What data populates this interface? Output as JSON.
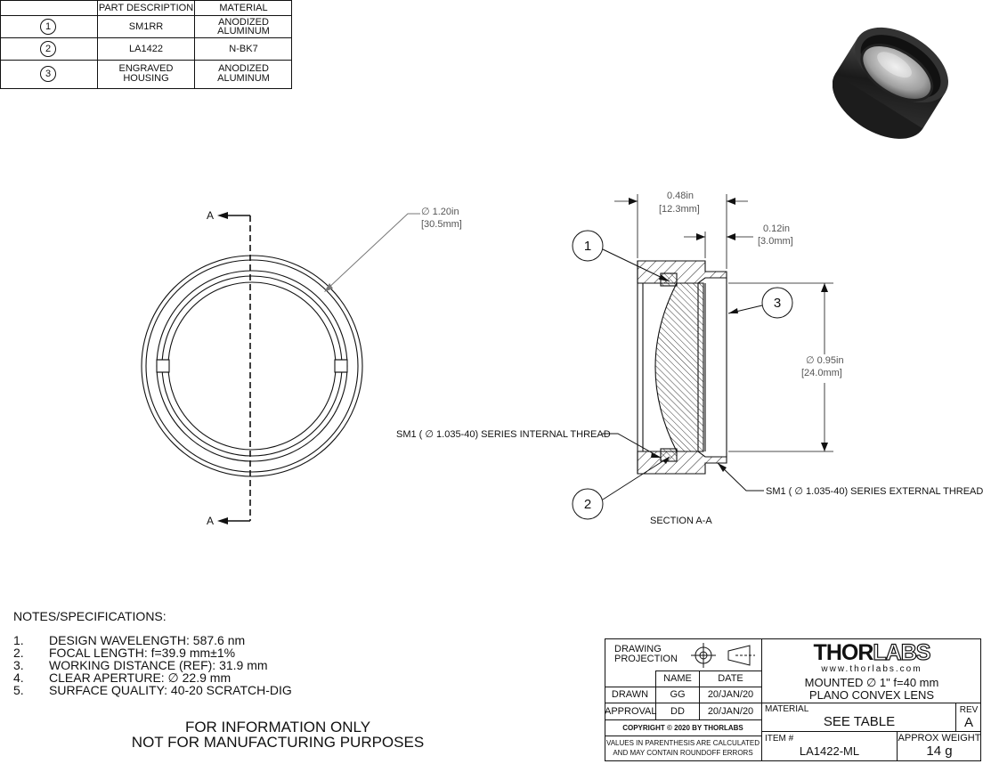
{
  "bom": {
    "headers": [
      "PART DESCRIPTION",
      "MATERIAL"
    ],
    "rows": [
      {
        "item": "1",
        "description": "SM1RR",
        "material_l1": "ANODIZED",
        "material_l2": "ALUMINUM"
      },
      {
        "item": "2",
        "description": "LA1422",
        "material_l1": "N-BK7",
        "material_l2": ""
      },
      {
        "item": "3",
        "description_l1": "ENGRAVED",
        "description_l2": "HOUSING",
        "material_l1": "ANODIZED",
        "material_l2": "ALUMINUM"
      }
    ]
  },
  "front_view": {
    "section_mark_top": "A",
    "section_mark_bottom": "A",
    "diameter_in": "∅ 1.20in",
    "diameter_mm": "[30.5mm]"
  },
  "section_view": {
    "title": "SECTION A-A",
    "width_in": "0.48in",
    "width_mm": "[12.3mm]",
    "step_in": "0.12in",
    "step_mm": "[3.0mm]",
    "aperture_in": "∅ 0.95in",
    "aperture_mm": "[24.0mm]",
    "internal_thread": "SM1 ( ∅ 1.035-40) SERIES INTERNAL THREAD",
    "external_thread": "SM1 ( ∅ 1.035-40) SERIES EXTERNAL THREAD",
    "balloons": [
      "1",
      "2",
      "3"
    ]
  },
  "notes": {
    "title": "NOTES/SPECIFICATIONS:",
    "items": [
      {
        "num": "1.",
        "text": "DESIGN WAVELENGTH: 587.6 nm"
      },
      {
        "num": "2.",
        "text": "FOCAL LENGTH: f=39.9 mm±1%"
      },
      {
        "num": "3.",
        "text": "WORKING DISTANCE (REF): 31.9 mm"
      },
      {
        "num": "4.",
        "text": "CLEAR APERTURE: ∅ 22.9 mm"
      },
      {
        "num": "5.",
        "text": "SURFACE QUALITY: 40-20 SCRATCH-DIG"
      }
    ]
  },
  "disclaimer": {
    "line1": "FOR INFORMATION ONLY",
    "line2": "NOT FOR MANUFACTURING PURPOSES"
  },
  "title_block": {
    "projection_l1": "DRAWING",
    "projection_l2": "PROJECTION",
    "name_header": "NAME",
    "date_header": "DATE",
    "drawn_label": "DRAWN",
    "drawn_name": "GG",
    "drawn_date": "20/JAN/20",
    "approval_label": "APPROVAL",
    "approval_name": "DD",
    "approval_date": "20/JAN/20",
    "copyright": "COPYRIGHT © 2020 BY THORLABS",
    "roundoff_l1": "VALUES IN PARENTHESIS ARE CALCULATED",
    "roundoff_l2": "AND MAY CONTAIN ROUNDOFF ERRORS",
    "logo_a": "THOR",
    "logo_b": "LABS",
    "website": "www.thorlabs.com",
    "title_l1": "MOUNTED ∅ 1\" f=40 mm",
    "title_l2": "PLANO CONVEX LENS",
    "material_label": "MATERIAL",
    "material_value": "SEE TABLE",
    "rev_label": "REV",
    "rev_value": "A",
    "item_label": "ITEM #",
    "item_value": "LA1422-ML",
    "weight_label": "APPROX WEIGHT",
    "weight_value": "14 g"
  },
  "colors": {
    "line": "#111111",
    "leader": "#777777",
    "hatch": "#222222"
  }
}
